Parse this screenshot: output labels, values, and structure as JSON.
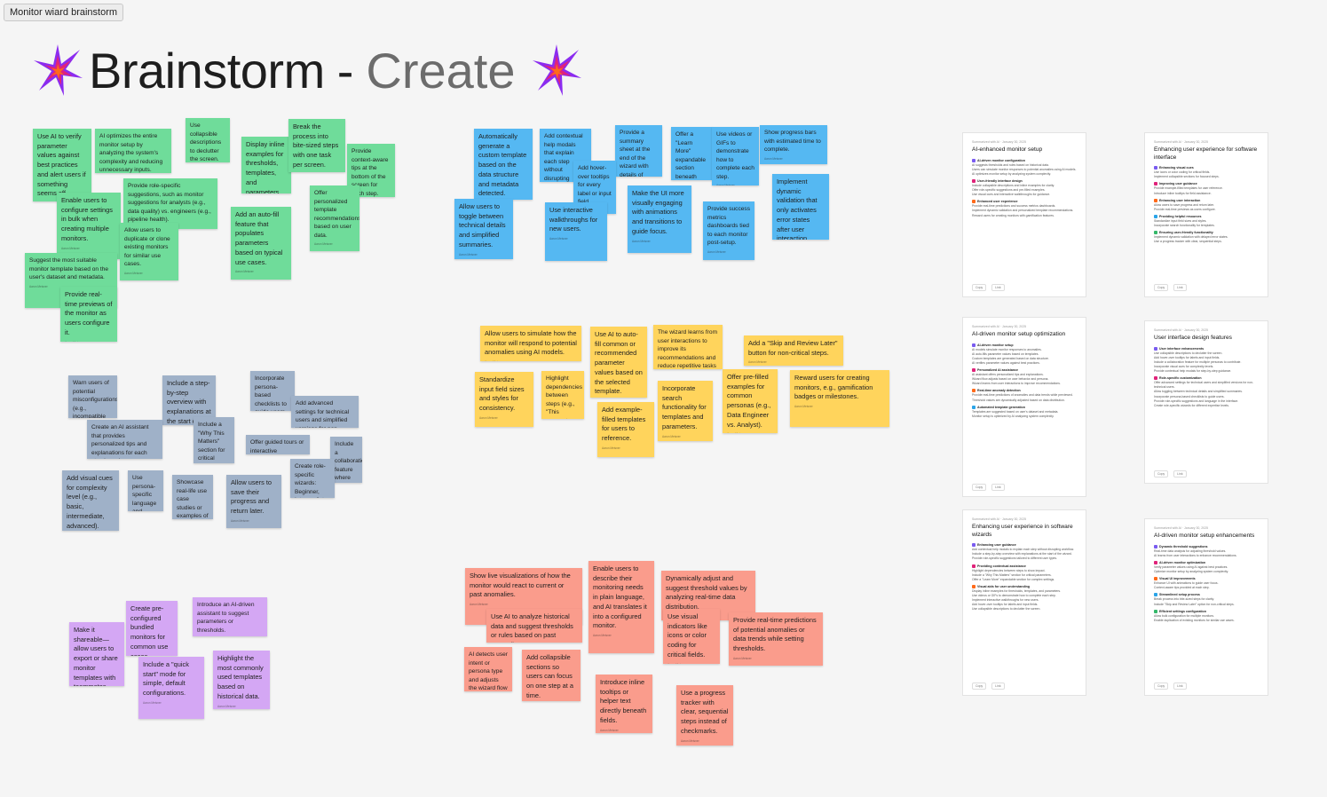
{
  "frame": {
    "label": "Monitor wiard brainstorm"
  },
  "header": {
    "title_main": "Brainstorm",
    "title_sep": "-",
    "title_sub": "Create",
    "star_colors": [
      "#8b2cf0",
      "#e0237a",
      "#ff6a1a"
    ]
  },
  "author": "Aaron Meisner",
  "colors": {
    "green": "#6fdc9a",
    "blue": "#55b8f2",
    "slate": "#9fb1c8",
    "yellow": "#ffd45c",
    "purple": "#d4a7f4",
    "salmon": "#fa9c8c"
  },
  "notes": {
    "green": [
      "Use AI to verify parameter values against best practices and alert users if something seems off.",
      "AI optimizes the entire monitor setup by analyzing the system's complexity and reducing unnecessary inputs.",
      "Use collapsible descriptions to declutter the screen.",
      "Enable users to configure settings in bulk when creating multiple monitors.",
      "Provide role-specific suggestions, such as monitor suggestions for analysts (e.g., data quality) vs. engineers (e.g., pipeline health).",
      "Display inline examples for thresholds, templates, and parameters.",
      "Break the process into bite-sized steps with one task per screen.",
      "Provide context-aware tips at the bottom of the screen for each step.",
      "Allow users to duplicate or clone existing monitors for similar use cases.",
      "Add an auto-fill feature that populates parameters based on typical use cases.",
      "Offer personalized template recommendations based on user data.",
      "Suggest the most suitable monitor template based on the user's dataset and metadata.",
      "Provide real-time previews of the monitor as users configure it."
    ],
    "blue": [
      "Automatically generate a custom template based on the data structure and metadata detected.",
      "Add contextual help modals that explain each step without disrupting workflow.",
      "Provide a summary sheet at the end of the wizard with details of every step taken.",
      "Add hover-over tooltips for every label or input field.",
      "Offer a \"Learn More\" expandable section beneath complex settings.",
      "Use videos or GIFs to demonstrate how to complete each step.",
      "Show progress bars with estimated time to complete.",
      "Allow users to toggle between technical details and simplified summaries.",
      "Make the UI more visually engaging with animations and transitions to guide focus.",
      "Use interactive walkthroughs for new users.",
      "Provide success metrics dashboards tied to each monitor post-setup.",
      "Implement dynamic validation that only activates error states after user interaction."
    ],
    "slate": [
      "Warn users of potential misconfigurations (e.g., incompatible thresholds or missing key parameters).",
      "Include a step-by-step overview with explanations at the start of the wizard.",
      "Incorporate persona-based checklists to guide users to relevant features.",
      "Add advanced settings for technical users and simplified versions for non-technical users.",
      "Create an AI assistant that provides personalized tips and explanations for each step based on user behavior.",
      "Include a \"Why This Matters\" section for critical parameters.",
      "Offer guided tours or interactive onboarding specific to monitor creation.",
      "Include a collaboration feature where different personas can contribute to the same monitor setup.",
      "Create role-specific wizards: Beginner, Intermediate, Expert.",
      "Add visual cues for complexity level (e.g., basic, intermediate, advanced).",
      "Use persona-specific language and terminology in the interface.",
      "Showcase real-life use case studies or examples of monitors in action.",
      "Allow users to save their progress and return later."
    ],
    "yellow": [
      "Allow users to simulate how the monitor will respond to potential anomalies using AI models.",
      "Use AI to auto-fill common or recommended parameter values based on the selected template.",
      "The wizard learns from user interactions to improve its recommendations and reduce repetitive tasks over time.",
      "Add a \"Skip and Review Later\" button for non-critical steps.",
      "Standardize input field sizes and styles for consistency.",
      "Highlight dependencies between steps (e.g., \"This parameter impacts Step 4\").",
      "Incorporate search functionality for templates and parameters.",
      "Offer pre-filled examples for common personas (e.g., Data Engineer vs. Analyst).",
      "Reward users for creating monitors, e.g., gamification badges or milestones.",
      "Add example-filled templates for users to reference."
    ],
    "purple": [
      "Introduce an AI-driven assistant to suggest parameters or thresholds.",
      "Create pre-configured bundled monitors for common use cases.",
      "Make it shareable—allow users to export or share monitor templates with teammates.",
      "Include a \"quick start\" mode for simple, default configurations.",
      "Highlight the most commonly used templates based on historical data."
    ],
    "salmon": [
      "Show live visualizations of how the monitor would react to current or past anomalies.",
      "Enable users to describe their monitoring needs in plain language, and AI translates it into a configured monitor.",
      "Dynamically adjust and suggest threshold values by analyzing real-time data distribution.",
      "Use AI to analyze historical data and suggest thresholds or rules based on past anomalies.",
      "Use visual indicators like icons or color coding for critical fields.",
      "Provide real-time predictions of potential anomalies or data trends while setting thresholds.",
      "AI detects user intent or persona type and adjusts the wizard flow accordingly.",
      "Add collapsible sections so users can focus on one step at a time.",
      "Introduce inline tooltips or helper text directly beneath fields.",
      "Use a progress tracker with clear, sequential steps instead of checkmarks."
    ]
  },
  "docs": [
    {
      "meta": "Summarized with AI · January 30, 2025",
      "title": "AI-enhanced monitor setup",
      "sections": [
        {
          "head": "AI-driven monitor configuration",
          "lines": [
            "AI suggests thresholds and rules based on historical data.",
            "Users can simulate monitor responses to potential anomalies using AI models.",
            "AI optimizes monitor setup by analyzing system complexity."
          ]
        },
        {
          "head": "User-friendly interface design",
          "lines": [
            "Include collapsible descriptions and inline examples for clarity.",
            "Offer role-specific suggestions and pre-filled examples.",
            "Use visual cues and interactive walkthroughs for guidance."
          ]
        },
        {
          "head": "Enhanced user experience",
          "lines": [
            "Provide real-time predictions and success metrics dashboards.",
            "Implement dynamic validation and personalized template recommendations.",
            "Reward users for creating monitors with gamification features."
          ]
        }
      ],
      "copy": "Copy",
      "link": "Link"
    },
    {
      "meta": "Summarized with AI · January 30, 2025",
      "title": "Enhancing user experience for software interface",
      "sections": [
        {
          "head": "Enhancing visual cues",
          "lines": [
            "Use icons or color coding for critical fields.",
            "Implement collapsible sections for focused steps."
          ]
        },
        {
          "head": "Improving user guidance",
          "lines": [
            "Provide example-filled templates for user reference.",
            "Introduce inline tooltips for field assistance."
          ]
        },
        {
          "head": "Enhancing user interaction",
          "lines": [
            "Allow users to save progress and return later.",
            "Provide real-time previews as users configure."
          ]
        },
        {
          "head": "Providing helpful resources",
          "lines": [
            "Standardize input field sizes and styles.",
            "Incorporate search functionality for templates."
          ]
        },
        {
          "head": "Ensuring user-friendly functionality",
          "lines": [
            "Implement dynamic validation with delayed error states.",
            "Use a progress tracker with clear, sequential steps."
          ]
        }
      ],
      "copy": "Copy",
      "link": "Link"
    },
    {
      "meta": "Summarized with AI · January 30, 2025",
      "title": "AI-driven monitor setup optimization",
      "sections": [
        {
          "head": "AI-driven monitor setup",
          "lines": [
            "AI models simulate monitor responses to anomalies.",
            "AI auto-fills parameter values based on templates.",
            "Custom templates are generated based on data structure.",
            "AI verifies parameter values against best practices."
          ]
        },
        {
          "head": "Personalized AI assistance",
          "lines": [
            "AI assistant offers personalized tips and explanations.",
            "Wizard flow adjusts based on user behavior and persona.",
            "Wizard learns from user interactions to improve recommendations."
          ]
        },
        {
          "head": "Real-time anomaly detection",
          "lines": [
            "Provide real-time predictions of anomalies and data trends while previewed.",
            "Threshold values are dynamically adjusted based on data distribution."
          ]
        },
        {
          "head": "Automated template generation",
          "lines": [
            "Templates are suggested based on user's dataset and metadata.",
            "Monitor setup is optimized by AI analyzing system complexity."
          ]
        }
      ],
      "copy": "Copy",
      "link": "Link"
    },
    {
      "meta": "Summarized with AI · January 30, 2025",
      "title": "User interface design features",
      "sections": [
        {
          "head": "User interface enhancements",
          "lines": [
            "Use collapsible descriptions to declutter the screen.",
            "Add hover-over tooltips for labels and input fields.",
            "Include a collaboration feature for multiple personas to contribute.",
            "Incorporate visual cues for complexity levels.",
            "Provide contextual help modals for step-by-step guidance."
          ]
        },
        {
          "head": "Role-specific customization",
          "lines": [
            "Offer advanced settings for technical users and simplified versions for non-technical users.",
            "Allow toggling between technical details and simplified summaries.",
            "Incorporate persona-based checklists to guide users.",
            "Provide role-specific suggestions and language in the interface.",
            "Create role-specific wizards for different expertise levels."
          ]
        }
      ],
      "copy": "Copy",
      "link": "Link"
    },
    {
      "meta": "Summarized with AI · January 30, 2025",
      "title": "Enhancing user experience in software wizards",
      "sections": [
        {
          "head": "Enhancing user guidance",
          "lines": [
            "Add contextual help modals to explain each step without disrupting workflow.",
            "Include a step-by-step overview with explanations at the start of the wizard.",
            "Provide role-specific suggestions tailored to different user types."
          ]
        },
        {
          "head": "Providing contextual assistance",
          "lines": [
            "Highlight dependencies between steps to show impact.",
            "Include a \"Why This Matters\" section for critical parameters.",
            "Offer a \"Learn More\" expandable section for complex settings."
          ]
        },
        {
          "head": "Visual aids for user understanding",
          "lines": [
            "Display inline examples for thresholds, templates, and parameters.",
            "Use videos or GIFs to demonstrate how to complete each step.",
            "Implement interactive walkthroughs for new users.",
            "Add hover-over tooltips for labels and input fields.",
            "Use collapsible descriptions to declutter the screen."
          ]
        }
      ],
      "copy": "Copy",
      "link": "Link"
    },
    {
      "meta": "Summarized with AI · January 30, 2025",
      "title": "AI-driven monitor setup enhancements",
      "sections": [
        {
          "head": "Dynamic threshold suggestions",
          "lines": [
            "Real-time data analysis for adjusting threshold values.",
            "AI learns from user interactions to enhance recommendations."
          ]
        },
        {
          "head": "AI-driven monitor optimization",
          "lines": [
            "Verify parameter values using AI against best practices.",
            "Optimize monitor setup by analyzing system complexity."
          ]
        },
        {
          "head": "Visual UI improvements",
          "lines": [
            "Enhance UI with animations to guide user focus.",
            "Context-aware tips provided at each step."
          ]
        },
        {
          "head": "Streamlined setup process",
          "lines": [
            "Break process into bite-sized steps for clarity.",
            "Include \"Skip and Review Later\" option for non-critical steps."
          ]
        },
        {
          "head": "Efficient settings configuration",
          "lines": [
            "Allow bulk configuration for multiple monitors.",
            "Enable duplication of existing monitors for similar use cases."
          ]
        }
      ],
      "copy": "Copy",
      "link": "Link"
    }
  ]
}
